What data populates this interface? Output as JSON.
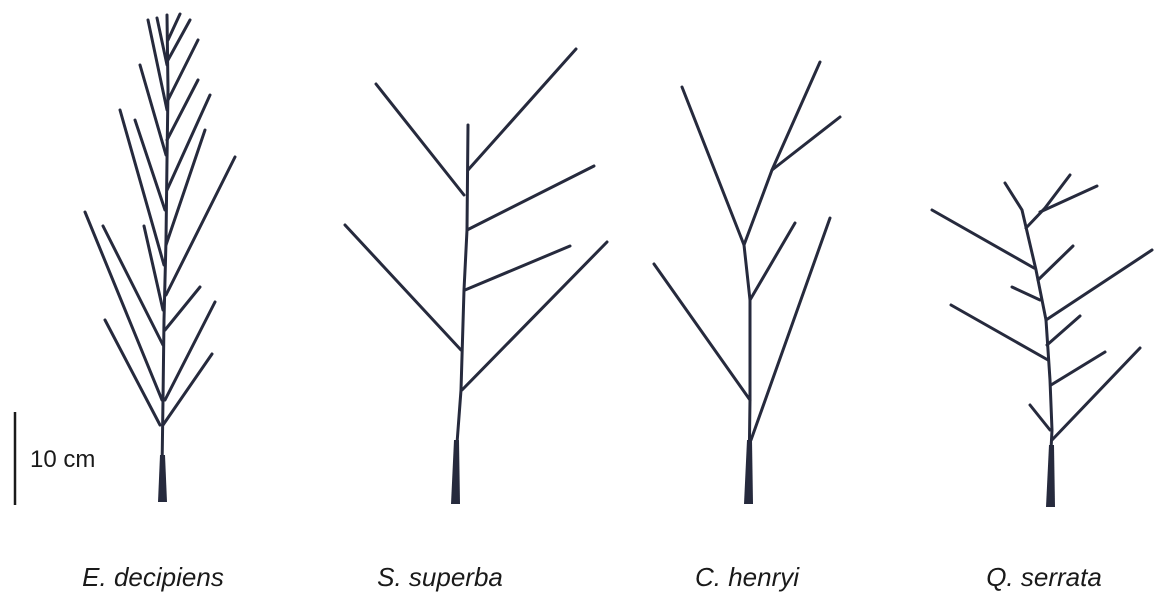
{
  "scale": {
    "label": "10 cm"
  },
  "species": [
    {
      "name": "E. decipiens"
    },
    {
      "name": "S. superba"
    },
    {
      "name": "C. henryi"
    },
    {
      "name": "Q. serrata"
    }
  ],
  "colors": {
    "ink": "#262a3d",
    "background": "#ffffff"
  }
}
